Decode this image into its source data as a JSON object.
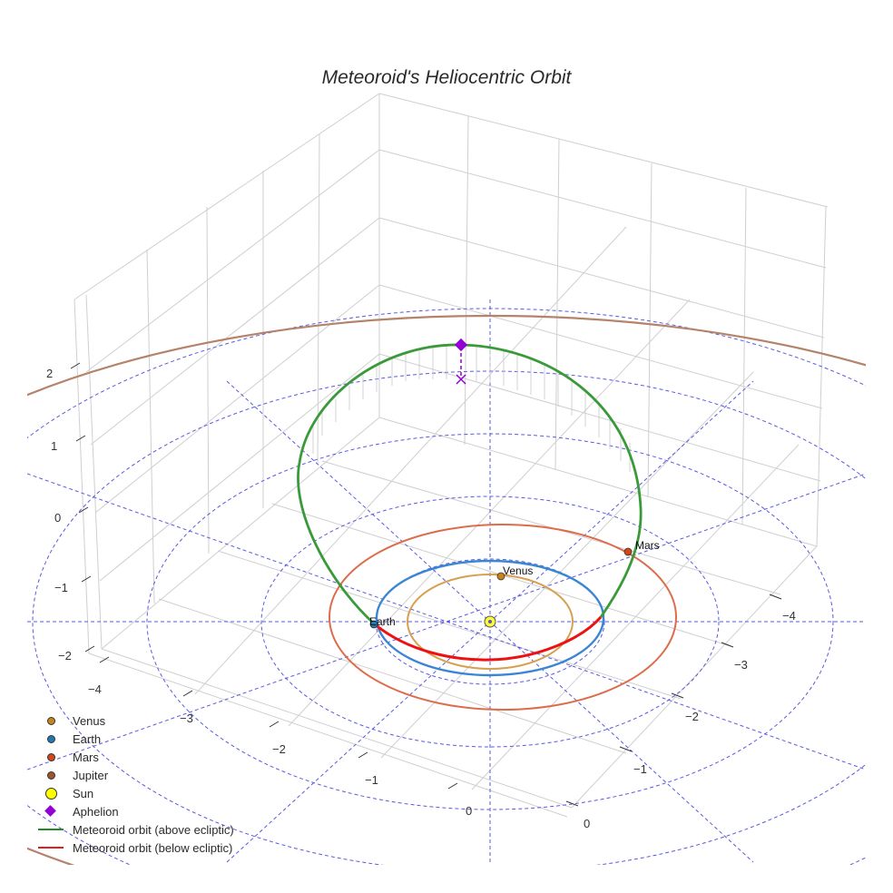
{
  "chart_data": {
    "type": "scatter3d",
    "title": "Meteoroid's Heliocentric Orbit",
    "xlabel": "",
    "ylabel": "",
    "zlabel": "",
    "axes": {
      "x_ticks": [
        "−4",
        "−3",
        "−2",
        "−1",
        "0"
      ],
      "y_ticks": [
        "0",
        "−1",
        "−2",
        "−3",
        "−4"
      ],
      "z_ticks": [
        "2",
        "1",
        "0",
        "−1",
        "−2"
      ]
    },
    "bodies": [
      {
        "name": "Venus",
        "orbit_radius_au": 0.72,
        "color": "#c8841a",
        "label_shown": true
      },
      {
        "name": "Earth",
        "orbit_radius_au": 1.0,
        "color": "#1f77b4",
        "label_shown": true
      },
      {
        "name": "Mars",
        "orbit_radius_au": 1.52,
        "color": "#d2461a",
        "label_shown": true
      },
      {
        "name": "Jupiter",
        "orbit_radius_au": 5.2,
        "color": "#a0522d",
        "label_shown": false
      },
      {
        "name": "Sun",
        "orbit_radius_au": 0,
        "color": "#ffff00",
        "label_shown": false
      }
    ],
    "aphelion": {
      "marker": "diamond",
      "color": "#9400d3",
      "approx_z": 2.2
    },
    "series": [
      {
        "name": "Meteoroid orbit (above ecliptic)",
        "color": "#228b22",
        "type": "line"
      },
      {
        "name": "Meteoroid orbit (below ecliptic)",
        "color": "#ff0000",
        "type": "line"
      }
    ],
    "ecliptic_reference_grid": {
      "rings_au": [
        1,
        2,
        3,
        4,
        5
      ],
      "radial_lines": 12,
      "style": "dashed",
      "color": "#5555dd"
    },
    "legend_position": "bottom-left"
  },
  "legend": {
    "items": [
      {
        "label": "Venus",
        "symbol": "dot",
        "color": "#c8841a"
      },
      {
        "label": "Earth",
        "symbol": "dot",
        "color": "#1f77b4"
      },
      {
        "label": "Mars",
        "symbol": "dot",
        "color": "#d2461a"
      },
      {
        "label": "Jupiter",
        "symbol": "dot",
        "color": "#a0522d"
      },
      {
        "label": "Sun",
        "symbol": "big-dot",
        "color": "#ffff00"
      },
      {
        "label": "Aphelion",
        "symbol": "diamond",
        "color": "#9400d3"
      },
      {
        "label": "Meteoroid orbit (above ecliptic)",
        "symbol": "line",
        "color": "#228b22"
      },
      {
        "label": "Meteoroid orbit (below ecliptic)",
        "symbol": "line",
        "color": "#ff0000"
      }
    ]
  },
  "annotations": {
    "venus": "Venus",
    "earth": "Earth",
    "mars": "Mars"
  },
  "ticks": {
    "z": [
      "2",
      "1",
      "0",
      "−1",
      "−2"
    ],
    "x": [
      "−4",
      "−3",
      "−2",
      "−1",
      "0"
    ],
    "y": [
      "−4",
      "−3",
      "−2",
      "−1",
      "0"
    ]
  }
}
